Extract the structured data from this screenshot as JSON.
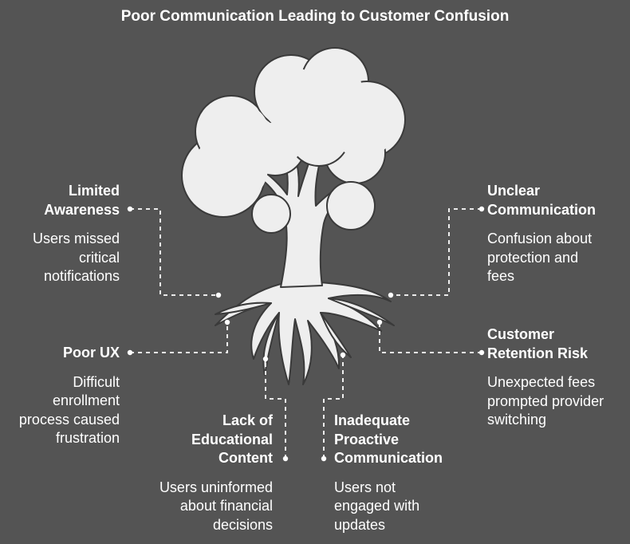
{
  "title": "Poor Communication Leading to Customer Confusion",
  "colors": {
    "background": "#545454",
    "tree_fill": "#eeeeee",
    "tree_outline": "#3a3a3a",
    "connector": "#ffffff",
    "text": "#ffffff"
  },
  "causes": [
    {
      "title": "Limited\nAwareness",
      "description": "Users missed\ncritical\nnotifications"
    },
    {
      "title": "Unclear\nCommunication",
      "description": "Confusion about\nprotection and\nfees"
    },
    {
      "title": "Poor UX",
      "description": "Difficult\nenrollment\nprocess caused\nfrustration"
    },
    {
      "title": "Customer\nRetention Risk",
      "description": "Unexpected fees\nprompted provider\nswitching"
    },
    {
      "title": "Lack of\nEducational\nContent",
      "description": "Users uninformed\nabout financial\ndecisions"
    },
    {
      "title": "Inadequate\nProactive\nCommunication",
      "description": "Users not\nengaged with\nupdates"
    }
  ]
}
